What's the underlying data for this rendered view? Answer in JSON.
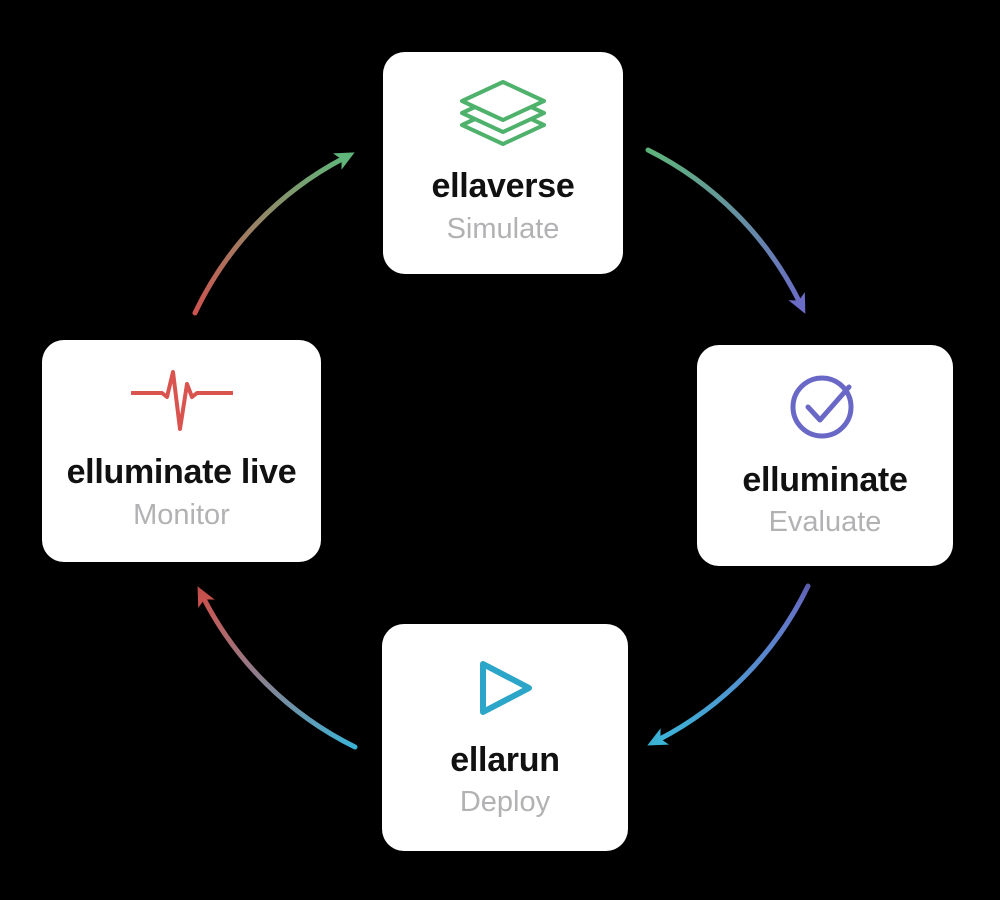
{
  "page": {
    "background_color": "#000000",
    "card_background": "#ffffff",
    "title_color": "#111111",
    "subtitle_color": "#b2b2b4"
  },
  "cycle": {
    "nodes": {
      "top": {
        "product": "ellaverse",
        "stage": "Simulate",
        "icon": "layers-icon",
        "accent_color": "#4fb26c"
      },
      "right": {
        "product": "elluminate",
        "stage": "Evaluate",
        "icon": "check-circle-icon",
        "accent_color": "#6a68c6"
      },
      "bottom": {
        "product": "ellarun",
        "stage": "Deploy",
        "icon": "play-icon",
        "accent_color": "#2ca6c8"
      },
      "left": {
        "product": "elluminate live",
        "stage": "Monitor",
        "icon": "pulse-icon",
        "accent_color": "#d9534f"
      }
    },
    "arrows": [
      {
        "from": "ellaverse",
        "to": "elluminate",
        "start_color": "#5fb57a",
        "end_color": "#6a6cc6"
      },
      {
        "from": "elluminate",
        "to": "ellarun",
        "start_color": "#6a6cc6",
        "end_color": "#3cb4d8"
      },
      {
        "from": "ellarun",
        "to": "elluminate live",
        "start_color": "#3cb4d8",
        "end_color": "#cd5450"
      },
      {
        "from": "elluminate live",
        "to": "ellaverse",
        "start_color": "#cd5450",
        "end_color": "#5fb57a"
      }
    ]
  }
}
